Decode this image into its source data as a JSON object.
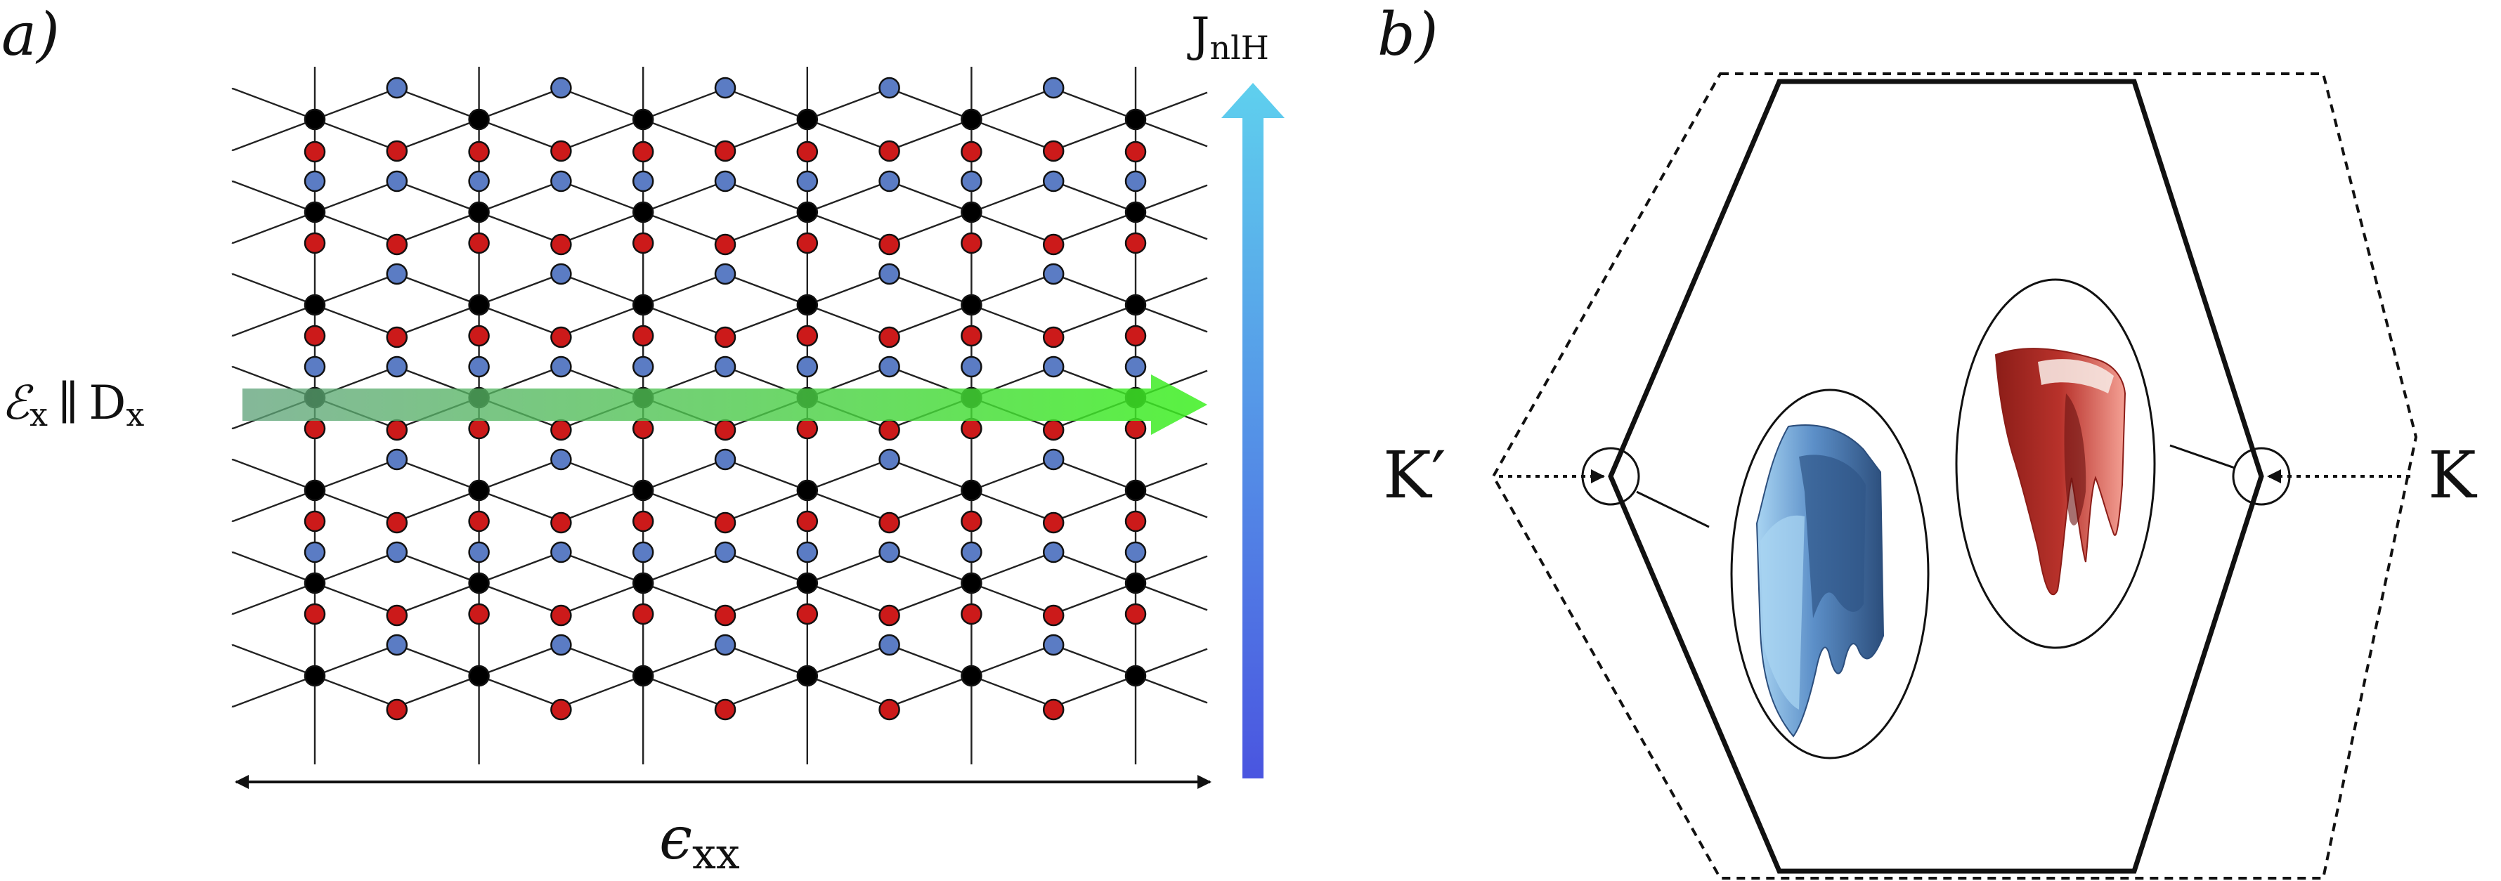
{
  "panel_a": {
    "label": "a)",
    "current_label_main": "J",
    "current_label_sub": "nlH",
    "field_label_script": "ℰ",
    "field_label_sub1": "x",
    "field_label_parallel": "∥",
    "field_label_D": "D",
    "field_label_sub2": "x",
    "strain_label_main": "ϵ",
    "strain_label_sub": "xx",
    "colors": {
      "black_site": "#000000",
      "blue_site": "#5b7cc4",
      "red_site": "#cc1a1a",
      "bond": "#222222",
      "field_arrow_start": "#5fa27a",
      "field_arrow_end": "#3df021",
      "current_arrow_top": "#5fd0ee",
      "current_arrow_bottom": "#4a55e0"
    }
  },
  "panel_b": {
    "label": "b)",
    "valley_left": "K′",
    "valley_right": "K",
    "colors": {
      "left_valley_surface": "#5c8fc8",
      "right_valley_surface": "#b8322b",
      "zone_line": "#111111"
    }
  }
}
